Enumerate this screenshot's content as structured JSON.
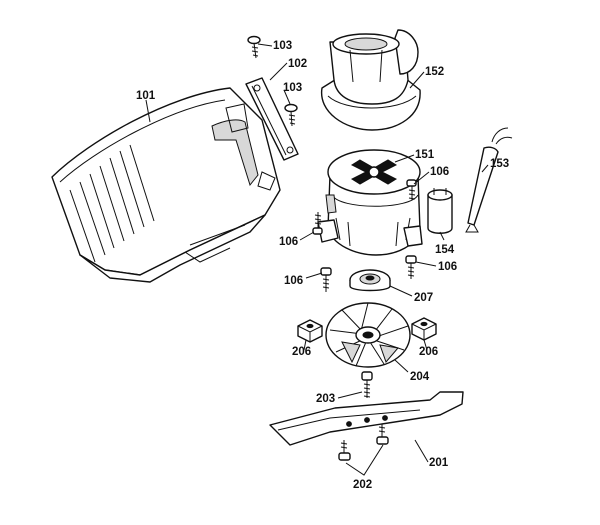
{
  "labels": {
    "p101": "101",
    "p102": "102",
    "p103a": "103",
    "p103b": "103",
    "p152": "152",
    "p151": "151",
    "p106a": "106",
    "p106b": "106",
    "p106c": "106",
    "p106d": "106",
    "p153": "153",
    "p154": "154",
    "p207": "207",
    "p206a": "206",
    "p206b": "206",
    "p204": "204",
    "p203": "203",
    "p201": "201",
    "p202": "202"
  }
}
